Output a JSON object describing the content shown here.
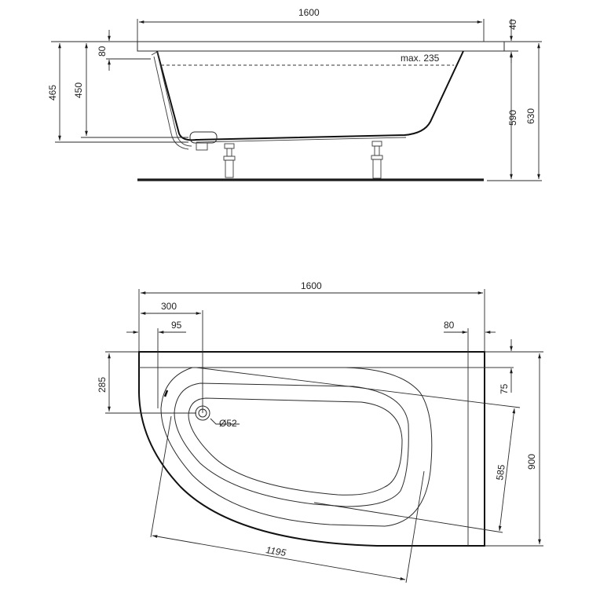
{
  "side_view": {
    "dims": {
      "length": "1600",
      "rim_thickness": "40",
      "overflow_depth": "80",
      "max_water": "max. 235",
      "height_465": "465",
      "height_450": "450",
      "height_590": "590",
      "height_630": "630"
    }
  },
  "top_view": {
    "dims": {
      "length": "1600",
      "offset_300": "300",
      "offset_95": "95",
      "offset_80": "80",
      "depth_285": "285",
      "depth_75": "75",
      "width_900": "900",
      "inner_585": "585",
      "inner_1195": "1195",
      "drain_diameter": "Ø52"
    }
  },
  "colors": {
    "line": "#2a2a2a",
    "background": "#ffffff"
  }
}
